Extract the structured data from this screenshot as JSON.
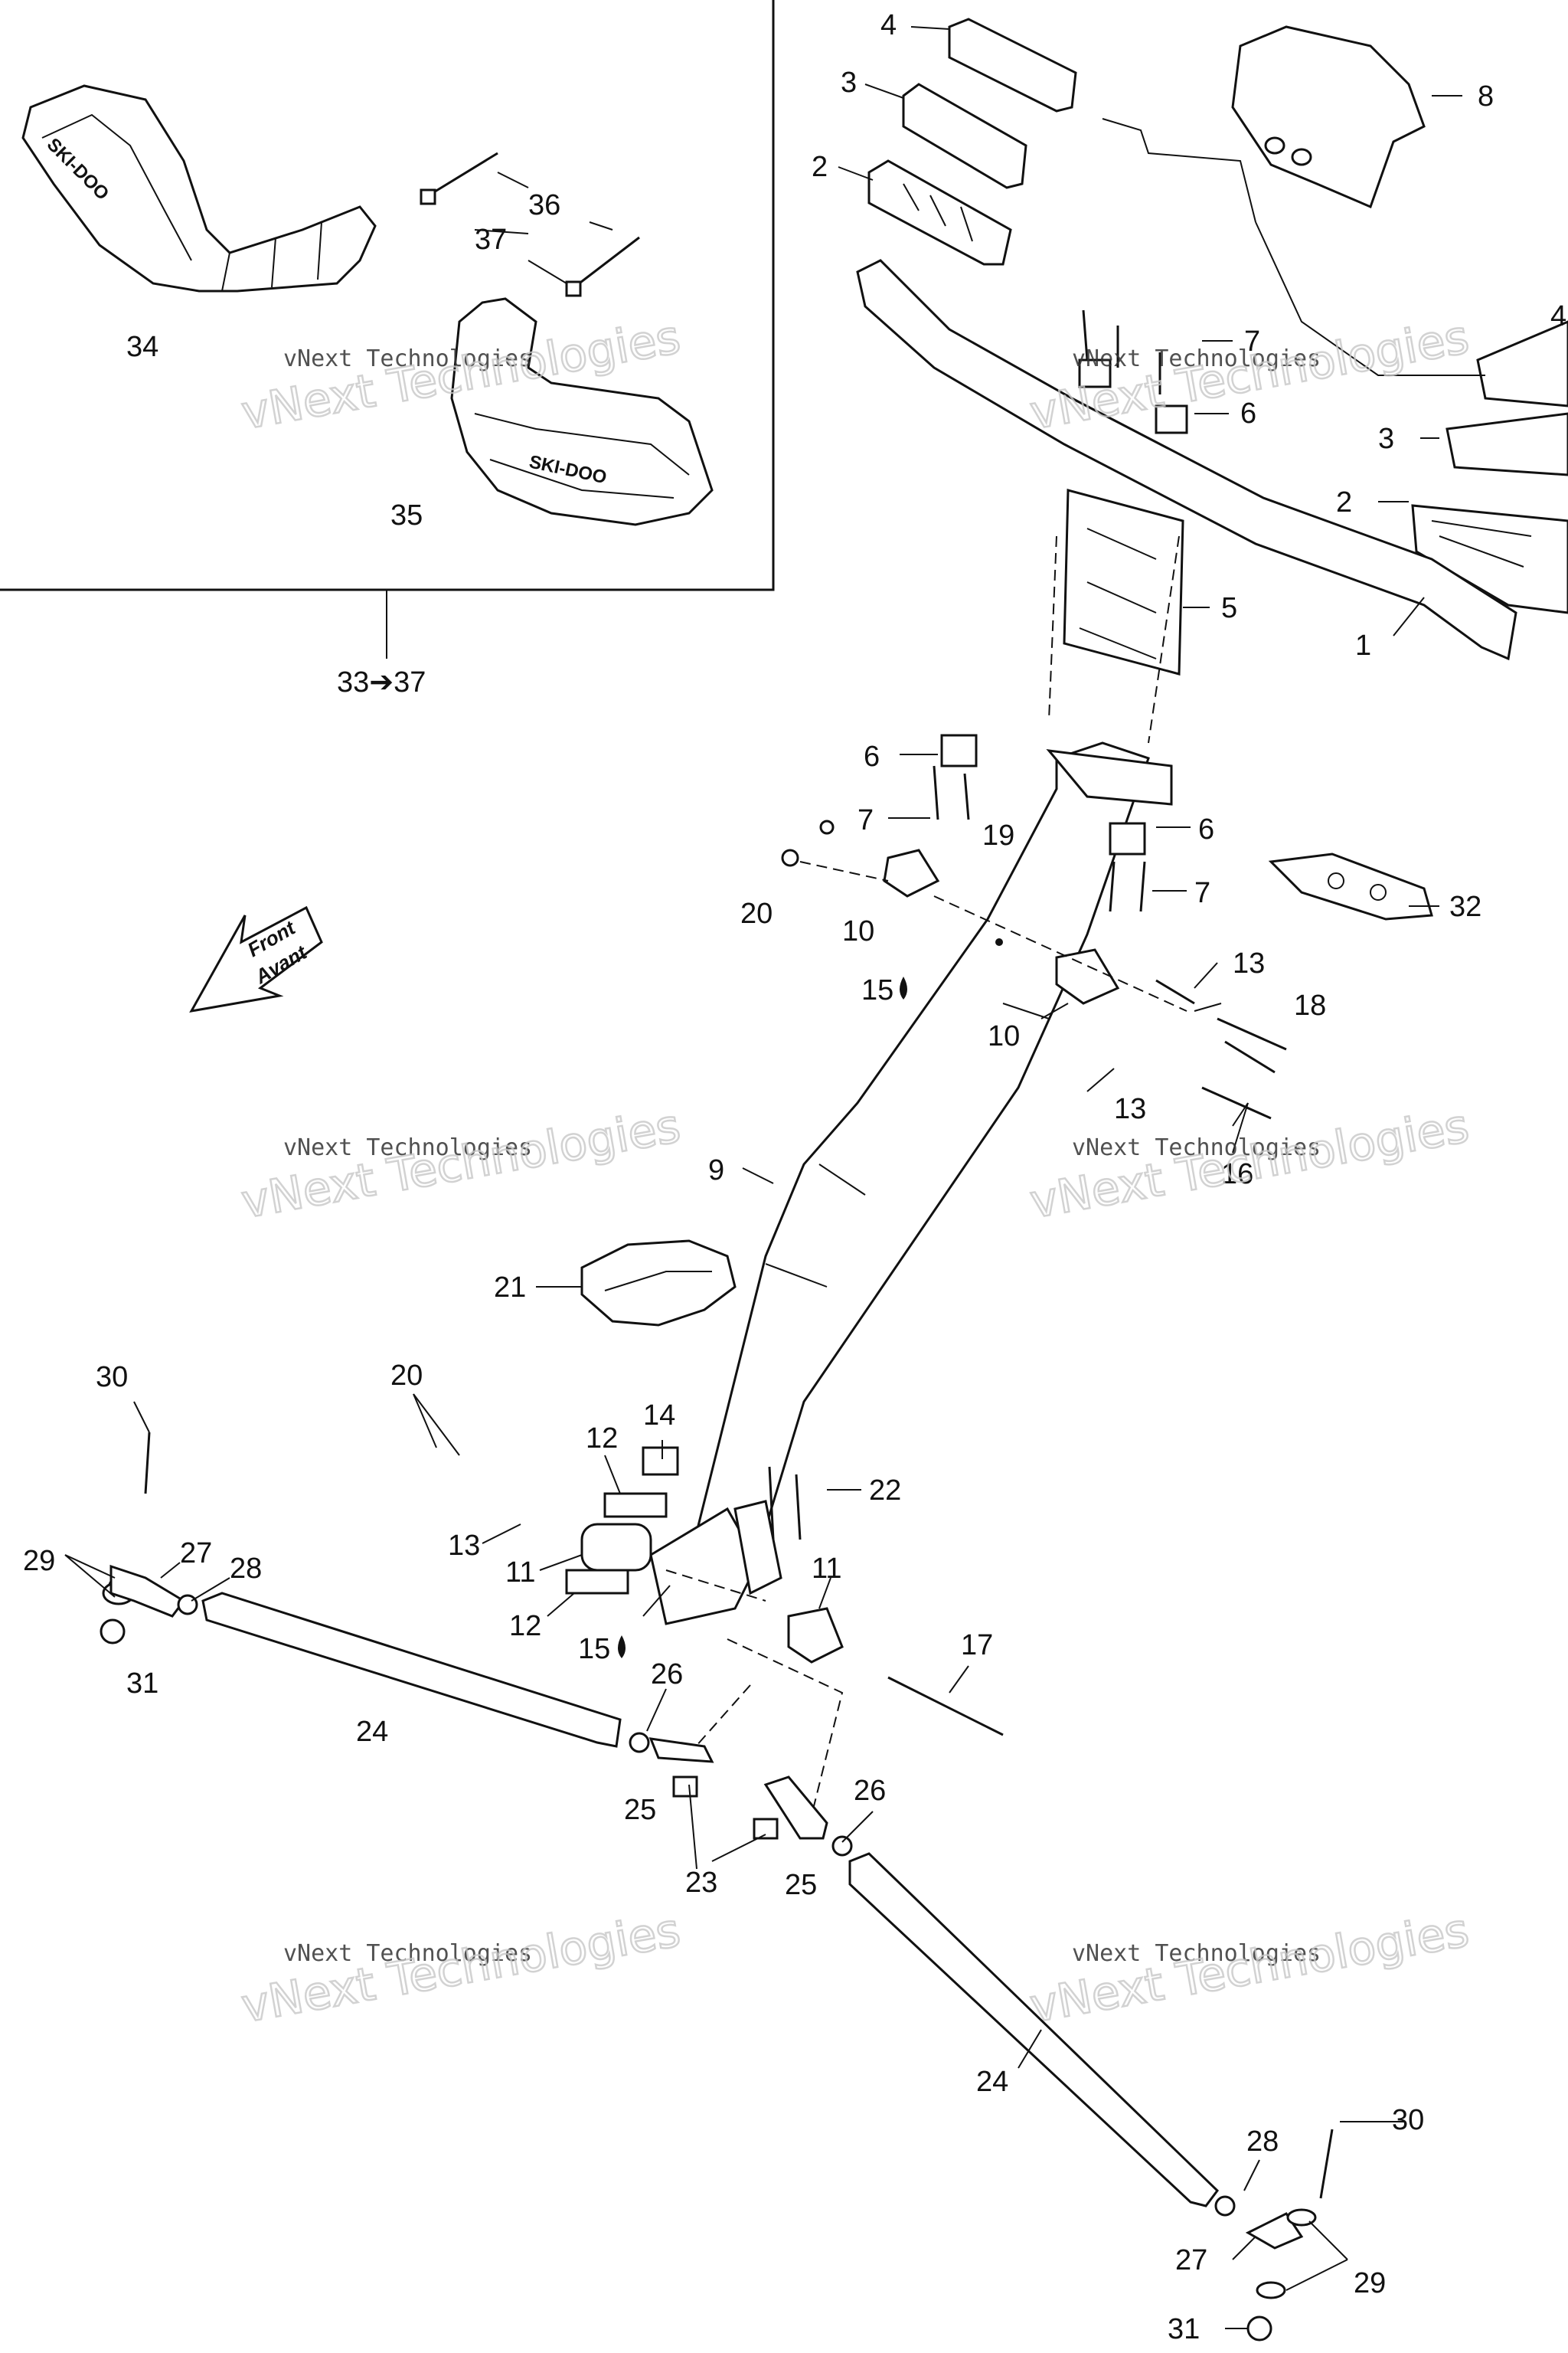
{
  "callouts": [
    {
      "id": "c4a",
      "text": "4"
    },
    {
      "id": "c3a",
      "text": "3"
    },
    {
      "id": "c2a",
      "text": "2"
    },
    {
      "id": "c8",
      "text": "8"
    },
    {
      "id": "c7a",
      "text": "7"
    },
    {
      "id": "c6a",
      "text": "6"
    },
    {
      "id": "c4b",
      "text": "4"
    },
    {
      "id": "c3b",
      "text": "3"
    },
    {
      "id": "c2b",
      "text": "2"
    },
    {
      "id": "c5",
      "text": "5"
    },
    {
      "id": "c1",
      "text": "1"
    },
    {
      "id": "c36",
      "text": "36"
    },
    {
      "id": "c37",
      "text": "37"
    },
    {
      "id": "c34",
      "text": "34"
    },
    {
      "id": "c35",
      "text": "35"
    },
    {
      "id": "c33",
      "text": "33➔37"
    },
    {
      "id": "c6b",
      "text": "6"
    },
    {
      "id": "c7b",
      "text": "7"
    },
    {
      "id": "c19",
      "text": "19"
    },
    {
      "id": "c6c",
      "text": "6"
    },
    {
      "id": "c7c",
      "text": "7"
    },
    {
      "id": "c32",
      "text": "32"
    },
    {
      "id": "c20a",
      "text": "20"
    },
    {
      "id": "c10a",
      "text": "10"
    },
    {
      "id": "c15a",
      "text": "15"
    },
    {
      "id": "c13a",
      "text": "13"
    },
    {
      "id": "c18",
      "text": "18"
    },
    {
      "id": "c10b",
      "text": "10"
    },
    {
      "id": "c13b",
      "text": "13"
    },
    {
      "id": "c16",
      "text": "16"
    },
    {
      "id": "c9",
      "text": "9"
    },
    {
      "id": "c21",
      "text": "21"
    },
    {
      "id": "c30a",
      "text": "30"
    },
    {
      "id": "c20b",
      "text": "20"
    },
    {
      "id": "c14",
      "text": "14"
    },
    {
      "id": "c12a",
      "text": "12"
    },
    {
      "id": "c22",
      "text": "22"
    },
    {
      "id": "c29a",
      "text": "29"
    },
    {
      "id": "c27a",
      "text": "27"
    },
    {
      "id": "c28a",
      "text": "28"
    },
    {
      "id": "c13c",
      "text": "13"
    },
    {
      "id": "c11a",
      "text": "11"
    },
    {
      "id": "c11b",
      "text": "11"
    },
    {
      "id": "c12b",
      "text": "12"
    },
    {
      "id": "c15b",
      "text": "15"
    },
    {
      "id": "c31a",
      "text": "31"
    },
    {
      "id": "c17",
      "text": "17"
    },
    {
      "id": "c26a",
      "text": "26"
    },
    {
      "id": "c24a",
      "text": "24"
    },
    {
      "id": "c25a",
      "text": "25"
    },
    {
      "id": "c26b",
      "text": "26"
    },
    {
      "id": "c23",
      "text": "23"
    },
    {
      "id": "c25b",
      "text": "25"
    },
    {
      "id": "c24b",
      "text": "24"
    },
    {
      "id": "c30b",
      "text": "30"
    },
    {
      "id": "c28b",
      "text": "28"
    },
    {
      "id": "c27b",
      "text": "27"
    },
    {
      "id": "c29b",
      "text": "29"
    },
    {
      "id": "c31b",
      "text": "31"
    }
  ],
  "front_arrow": {
    "line1": "Front",
    "line2": "Avant"
  },
  "brand_mark": "SKI-DOO",
  "watermark": {
    "line1": "vNext Technologies",
    "line2": "vNext Technologies"
  },
  "colors": {
    "ink": "#111111",
    "paper": "#ffffff",
    "watermark_outline": "#c8c8c8"
  }
}
